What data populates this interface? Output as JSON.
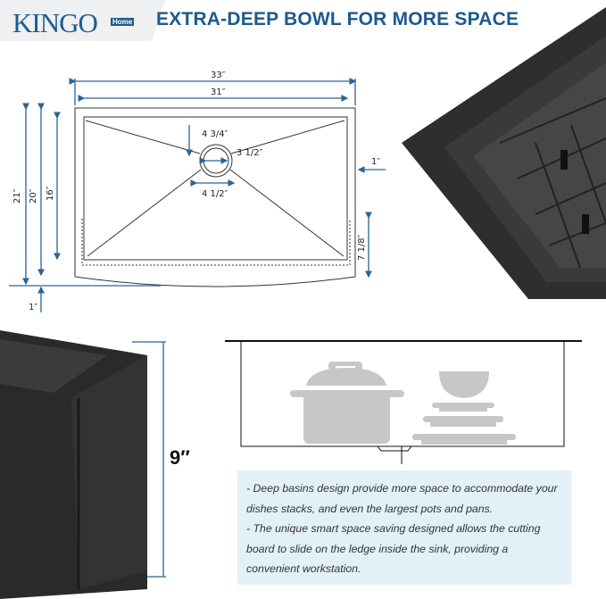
{
  "brand": {
    "name": "KINGO",
    "sub": "Home"
  },
  "title": "EXTRA-DEEP BOWL FOR MORE SPACE",
  "dimensions": {
    "outer_width": "33″",
    "inner_width": "31″",
    "outer_depth": "21″",
    "depth_20": "20″",
    "bowl_depth": "16″",
    "drain_offset": "4 3/4″",
    "drain_diameter": "3 1/2″",
    "drain_flange": "4 1/2″",
    "side_ledge": "1″",
    "ledge_depth": "7 1/8″",
    "front_apron": "1″",
    "bowl_height": "9″"
  },
  "description": [
    "- Deep basins design provide more space to accommodate your dishes stacks, and even the largest pots and pans.",
    "- The unique smart space saving designed allows the cutting board to slide on the ledge inside the sink, providing a convenient workstation."
  ],
  "colors": {
    "brand": "#1f5b8f",
    "dimension_line": "#2a6496",
    "sink": "#2b2b2b",
    "info_box": "#e1f1f7"
  }
}
